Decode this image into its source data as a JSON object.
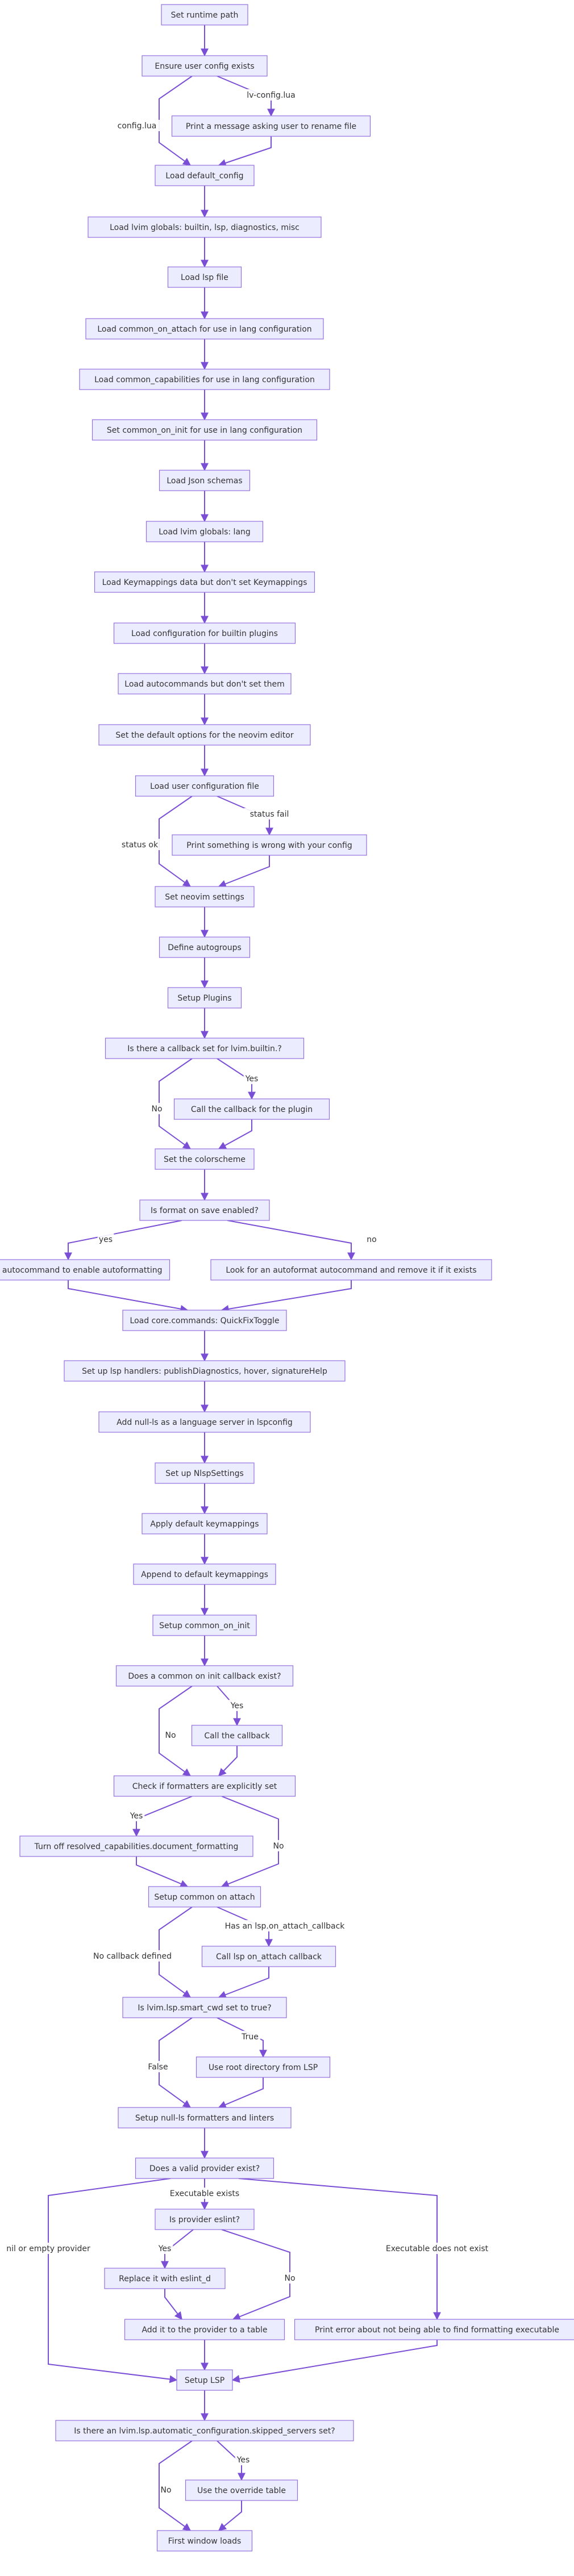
{
  "flowchart": {
    "nodes": {
      "n1": "Set runtime path",
      "n2": "Ensure user config exists",
      "n3": "Print a message asking user to rename file",
      "n4": "Load default_config",
      "n5": "Load lvim globals: builtin, lsp, diagnostics, misc",
      "n6": "Load lsp file",
      "n7": "Load common_on_attach for use in lang configuration",
      "n8": "Load common_capabilities for use in lang configuration",
      "n9": "Set common_on_init for use in lang configuration",
      "n10": "Load Json schemas",
      "n11": "Load lvim globals: lang",
      "n12": "Load Keymappings data but don't set Keymappings",
      "n13": "Load configuration for builtin plugins",
      "n14": "Load autocommands but don't set them",
      "n15": "Set the default options for the neovim editor",
      "n16": "Load user configuration file",
      "n17": "Print something is wrong with your config",
      "n18": "Set neovim settings",
      "n19": "Define autogroups",
      "n20": "Setup Plugins",
      "n21": "Is there a callback set for lvim.builtin.?",
      "n22": "Call the callback for the plugin",
      "n23": "Set the colorscheme",
      "n24": "Is format on save enabled?",
      "n25": "Set an autocommand to enable autoformatting",
      "n26": "Look for an autoformat autocommand and remove it if it exists",
      "n27": "Load core.commands: QuickFixToggle",
      "n28": "Set up lsp handlers: publishDiagnostics, hover, signatureHelp",
      "n29": "Add null-ls as a language server in lspconfig",
      "n30": "Set up NlspSettings",
      "n31": "Apply default keymappings",
      "n32": "Append to default keymappings",
      "n33": "Setup common_on_init",
      "n34": "Does a common on init callback exist?",
      "n35": "Call the callback",
      "n36": "Check if formatters are explicitly set",
      "n37": "Turn off resolved_capabilities.document_formatting",
      "n38": "Setup common on attach",
      "n39": "Call lsp on_attach callback",
      "n40": "Is lvim.lsp.smart_cwd set to true?",
      "n41": "Use root directory from LSP",
      "n42": "Setup null-ls formatters and linters",
      "n43": "Does a valid provider exist?",
      "n44": "Is provider eslint?",
      "n45": "Replace it with eslint_d",
      "n46": "Add it to the provider to a table",
      "n47": "Print error about not being able to find formatting executable",
      "n48": "Setup LSP",
      "n49": "Is there an lvim.lsp.automatic_configuration.skipped_servers set?",
      "n50": "Use the override table",
      "n51": "First window loads"
    },
    "edge_labels": {
      "e_config_lua": "config.lua",
      "e_lv_config_lua": "lv-config.lua",
      "e_status_ok": "status ok",
      "e_status_fail": "status fail",
      "e_no_1": "No",
      "e_yes_1": "Yes",
      "e_yes_2": "yes",
      "e_no_2": "no",
      "e_no_3": "No",
      "e_yes_3": "Yes",
      "e_yes_4": "Yes",
      "e_no_4": "No",
      "e_no_callback": "No callback defined",
      "e_has_callback": "Has an lsp.on_attach_callback",
      "e_false": "False",
      "e_true": "True",
      "e_nil_empty": "nil or empty provider",
      "e_exec_exists": "Executable exists",
      "e_exec_not": "Executable does not exist",
      "e_yes_5": "Yes",
      "e_no_5": "No",
      "e_no_6": "No",
      "e_yes_6": "Yes"
    }
  },
  "colors": {
    "node_fill": "#ececff",
    "node_border": "#9370db",
    "edge": "#7a4fd6",
    "text": "#333333"
  }
}
